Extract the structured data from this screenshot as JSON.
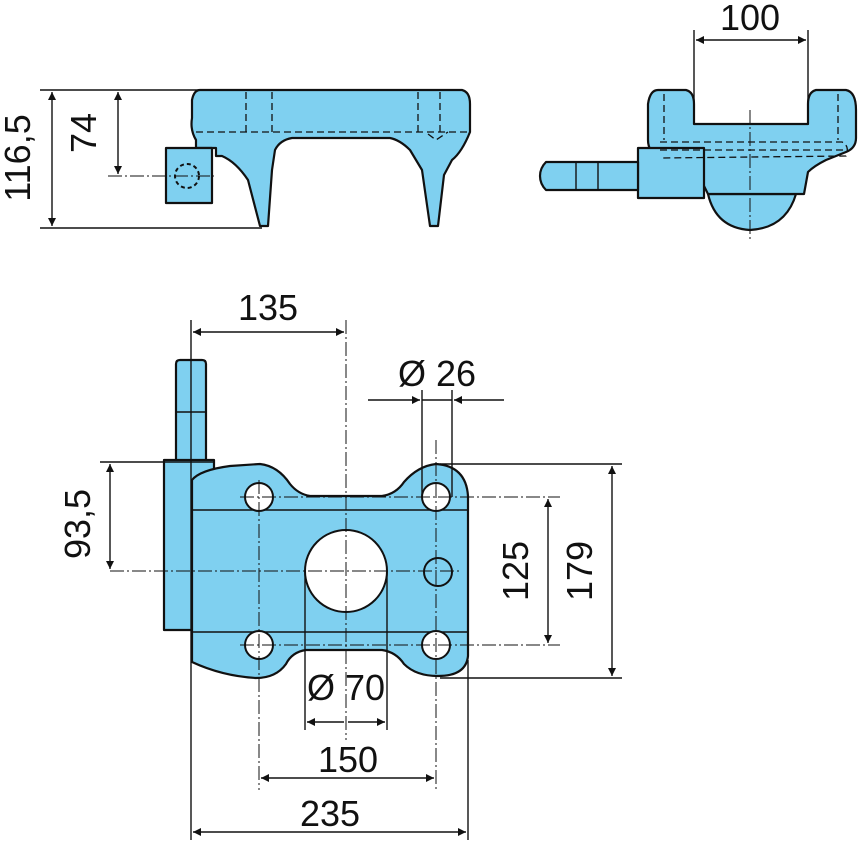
{
  "dimensions": {
    "top_left_height_total": "116,5",
    "top_left_height_pin": "74",
    "top_right_width": "100",
    "plan_offset_center": "135",
    "plan_hole_diameter": "Ø 26",
    "plan_pin_offset": "93,5",
    "plan_inner_height": "125",
    "plan_outer_height": "179",
    "plan_bore_diameter": "Ø 70",
    "plan_hole_spacing": "150",
    "plan_overall_width": "235"
  },
  "colors": {
    "part_fill": "#7fd0f0",
    "outline": "#111111",
    "background": "#ffffff"
  }
}
